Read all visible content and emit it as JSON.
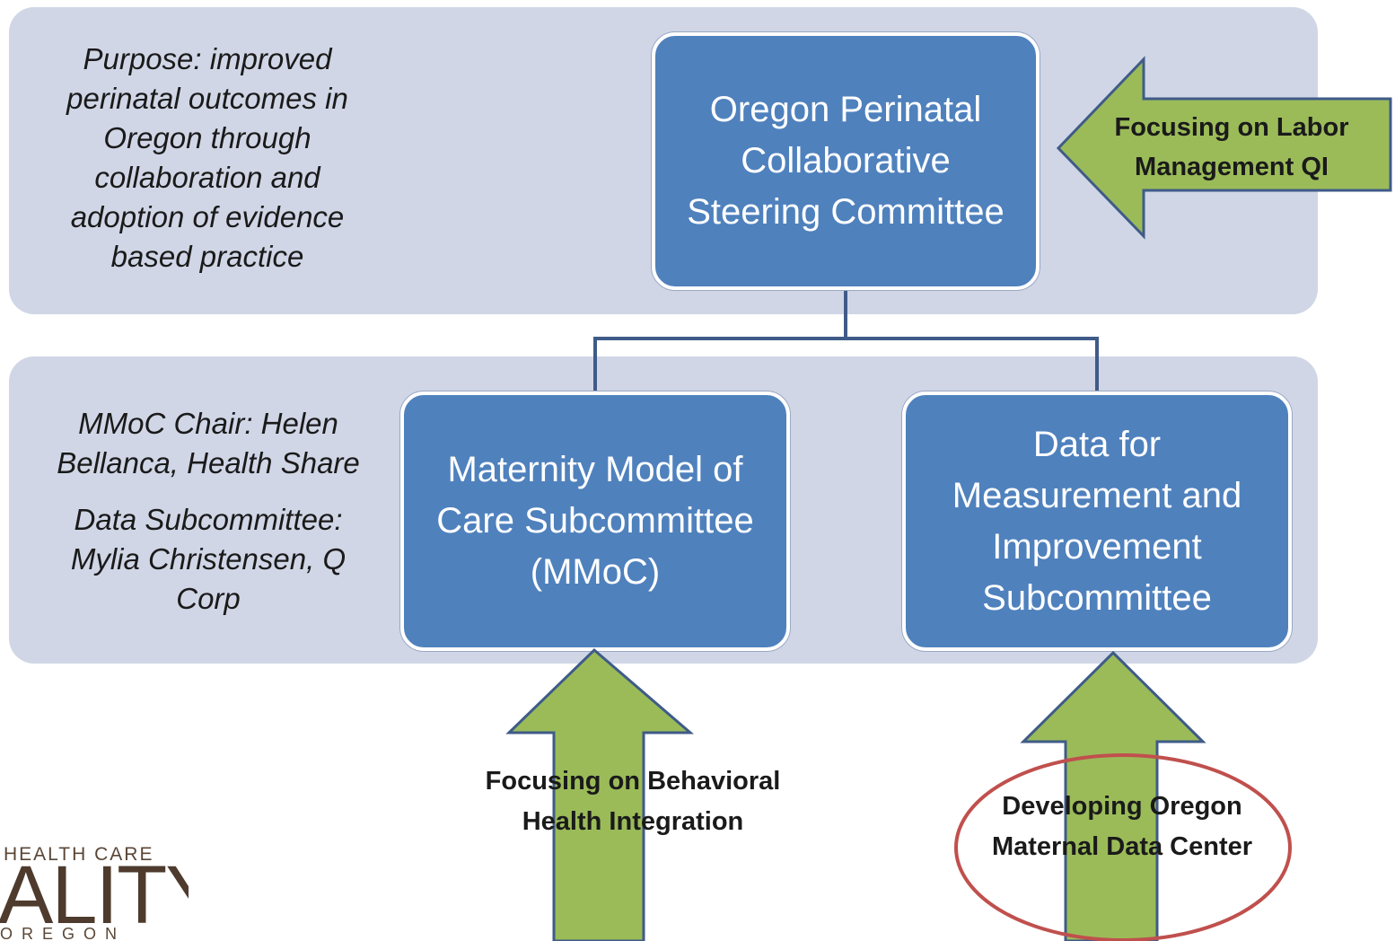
{
  "purpose_text": "Purpose: improved perinatal outcomes in Oregon through collaboration and adoption of evidence based practice",
  "chair_text": "MMoC Chair:  Helen Bellanca, Health Share",
  "data_sub_text": "Data Subcommittee: Mylia Christensen, Q Corp",
  "boxes": {
    "steering": "Oregon Perinatal Collaborative Steering Committee",
    "mmoc": "Maternity Model of Care Subcommittee (MMoC)",
    "data": "Data for Measurement and Improvement Subcommittee"
  },
  "arrows": {
    "labor": "Focusing on Labor Management QI",
    "behavioral": "Focusing on Behavioral Health Integration",
    "omdc": "Developing Oregon Maternal Data Center"
  },
  "logo": {
    "top": "HEALTH CARE",
    "big": "ALITY",
    "bottom": "OREGON"
  },
  "colors": {
    "band": "#d0d6e6",
    "box": "#4f81bd",
    "arrow_fill": "#9bbb59",
    "arrow_stroke": "#3f5b88",
    "ellipse": "#c0504d"
  }
}
